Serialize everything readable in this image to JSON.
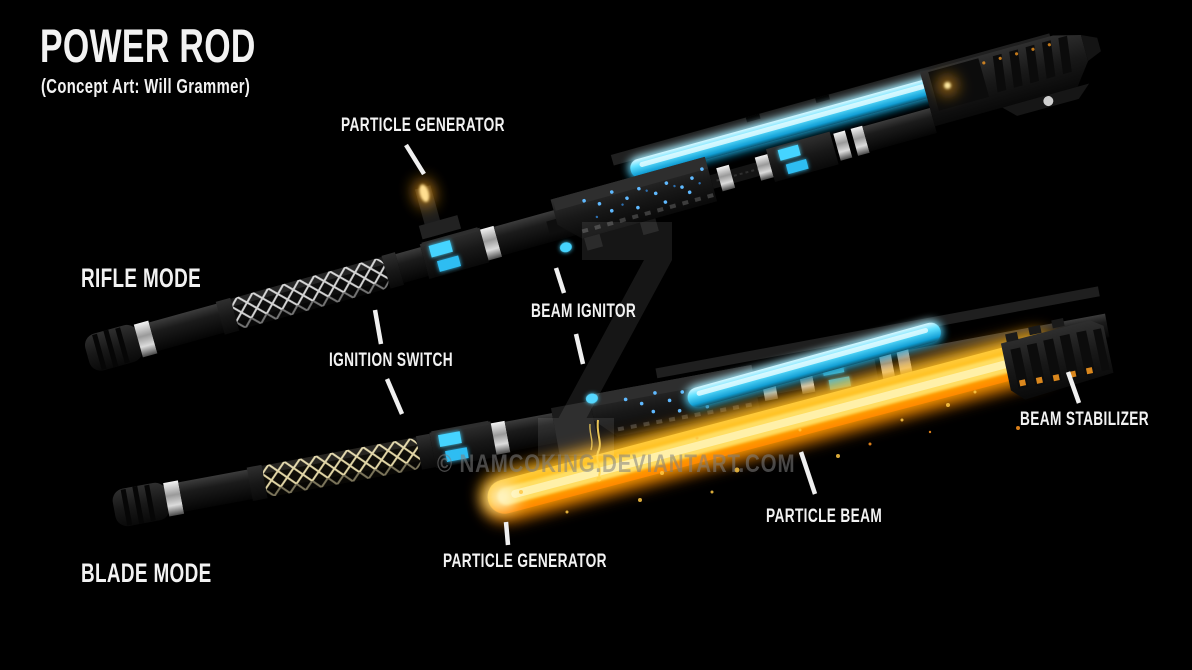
{
  "title": {
    "text": "POWER ROD",
    "subtitle": "(Concept Art: Will Grammer)"
  },
  "modes": {
    "rifle_label": "RIFLE MODE",
    "blade_label": "BLADE MODE"
  },
  "callouts": {
    "particle_generator_top": "PARTICLE GENERATOR",
    "ignition_switch": "IGNITION SWITCH",
    "beam_ignitor": "BEAM IGNITOR",
    "beam_stabilizer": "BEAM STABILIZER",
    "particle_beam": "PARTICLE BEAM",
    "particle_generator_bottom": "PARTICLE GENERATOR"
  },
  "watermark": {
    "text": "© NAMCOKING.DEVIANTART.COM"
  },
  "colors": {
    "background": "#000000",
    "label_text": "#f2f2f2",
    "cyan_glow": "#45d4ff",
    "beam_core": "#ffe067",
    "beam_outer": "#ff8c00",
    "watermark_text": "#7d7d7d"
  }
}
